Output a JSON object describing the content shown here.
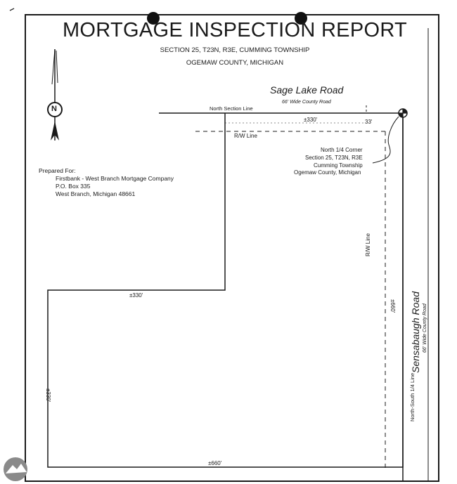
{
  "report": {
    "title": "MORTGAGE INSPECTION REPORT",
    "subtitle_1": "SECTION 25, T23N, R3E, CUMMING TOWNSHIP",
    "subtitle_2": "OGEMAW COUNTY, MICHIGAN"
  },
  "roads": {
    "north": {
      "name": "Sage Lake Road",
      "desc": "66' Wide County Road"
    },
    "east": {
      "name": "Sensabaugh Road",
      "desc": "66' Wide County Road"
    }
  },
  "lines": {
    "north_section": "North Section Line",
    "rw_north": "R/W Line",
    "rw_east": "R/W Line",
    "north_south_quarter": "North-South 1/4 Line"
  },
  "dimensions": {
    "top": "±330'",
    "row_offset": "33'",
    "inner_step": "±330'",
    "left_side": "±330'",
    "bottom": "±660'",
    "east_side": "±660'"
  },
  "corner": {
    "line_1": "North 1/4 Corner",
    "line_2": "Section 25, T23N, R3E",
    "line_3": "Cumming Township",
    "line_4": "Ogemaw County, Michigan"
  },
  "prepared_for": {
    "heading": "Prepared For:",
    "line_1": "Firstbank - West Branch Mortgage Company",
    "line_2": "P.O. Box 335",
    "line_3": "West Branch, Michigan  48661"
  },
  "north_arrow": {
    "letter": "N"
  },
  "colors": {
    "ink": "#1a1a1a",
    "paper": "#ffffff"
  }
}
